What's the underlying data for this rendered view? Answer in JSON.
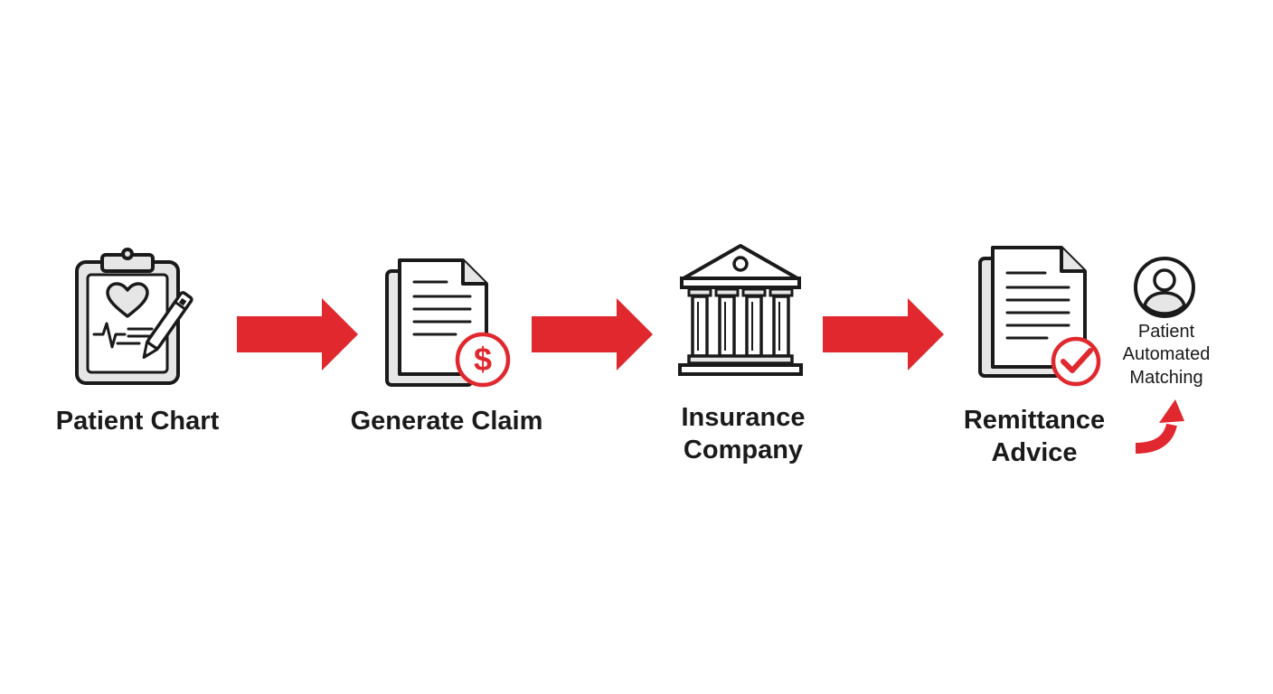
{
  "steps": [
    {
      "id": "patient-chart",
      "label": "Patient Chart",
      "icon": "clipboard-heart-icon"
    },
    {
      "id": "generate-claim",
      "label": "Generate Claim",
      "icon": "document-dollar-icon"
    },
    {
      "id": "insurance-company",
      "label": "Insurance\nCompany",
      "icon": "bank-building-icon"
    },
    {
      "id": "remittance-advice",
      "label": "Remittance\nAdvice",
      "icon": "document-check-icon"
    }
  ],
  "side_step": {
    "label": "Patient\nAutomated\nMatching",
    "icon": "user-avatar-icon"
  },
  "colors": {
    "accent": "#e0282e",
    "ink": "#1a1a1a",
    "panel": "#e6e6e6"
  }
}
